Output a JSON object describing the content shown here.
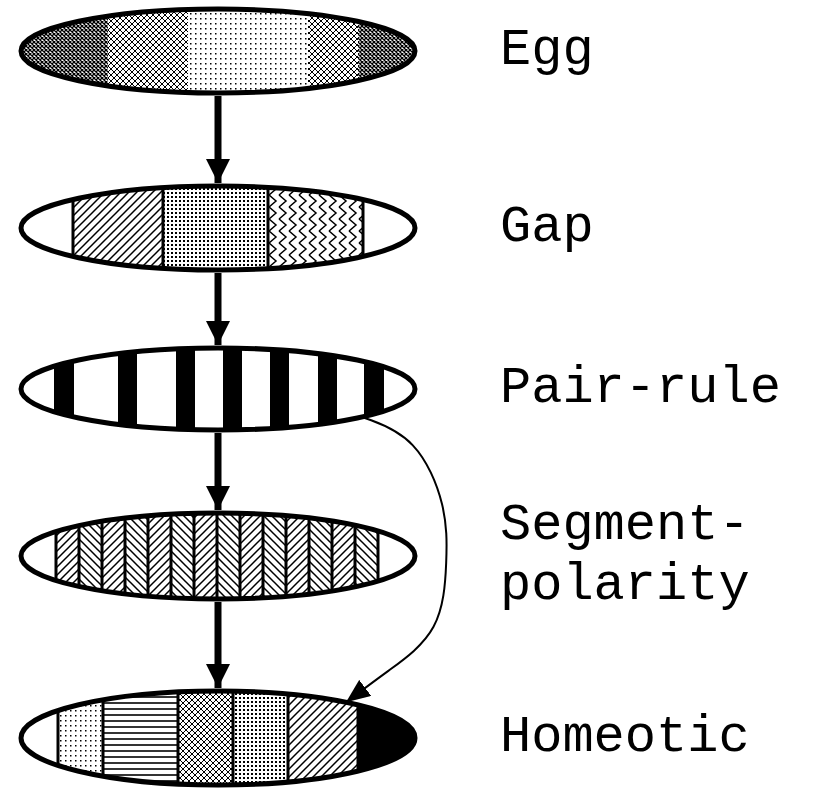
{
  "diagram": {
    "nodes": [
      {
        "text": [
          "Egg"
        ]
      },
      {
        "text": [
          "Gap"
        ]
      },
      {
        "text": [
          "Pair-rule"
        ]
      },
      {
        "text": [
          "Segment- polarity"
        ]
      },
      {
        "text": [
          "Homeotic"
        ]
      }
    ],
    "edges": [
      {
        "from": 0,
        "to": 1,
        "arrow": "to"
      },
      {
        "from": 1,
        "to": 2,
        "arrow": "to"
      },
      {
        "from": 2,
        "to": 3,
        "arrow": "to"
      },
      {
        "from": 3,
        "to": 4,
        "arrow": "to"
      },
      {
        "from": 2,
        "to": 4,
        "arrow": "to"
      }
    ]
  }
}
